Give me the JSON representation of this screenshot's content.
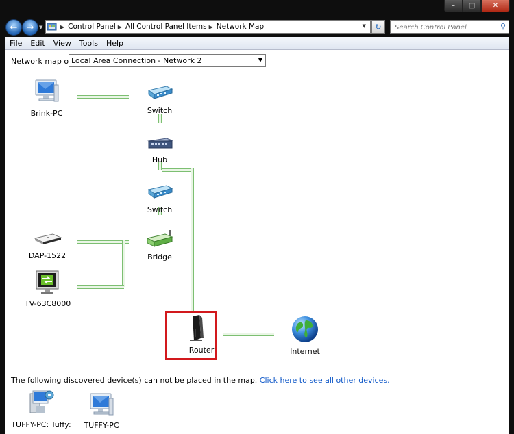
{
  "window": {
    "caption_buttons": {
      "minimize": "minimize-icon",
      "maximize": "maximize-icon",
      "close": "close-icon"
    }
  },
  "nav": {
    "breadcrumbs": [
      "Control Panel",
      "All Control Panel Items",
      "Network Map"
    ],
    "search_placeholder": "Search Control Panel"
  },
  "menu": [
    "File",
    "Edit",
    "View",
    "Tools",
    "Help"
  ],
  "map": {
    "label": "Network map of",
    "selected_network": "Local Area Connection - Network  2"
  },
  "nodes": {
    "brink_pc": "Brink-PC",
    "switch1": "Switch",
    "hub": "Hub",
    "switch2": "Switch",
    "dap": "DAP-1522",
    "bridge": "Bridge",
    "tv": "TV-63C8000",
    "router": "Router",
    "internet": "Internet"
  },
  "unplaced": {
    "message": "The following discovered device(s) can not be placed in the map.",
    "link": "Click here to see all other devices.",
    "devices": [
      "TUFFY-PC: Tuffy:",
      "TUFFY-PC"
    ]
  },
  "colors": {
    "highlight": "#d2191d",
    "link": "#0b55c7",
    "connector": "#7dbf72"
  }
}
